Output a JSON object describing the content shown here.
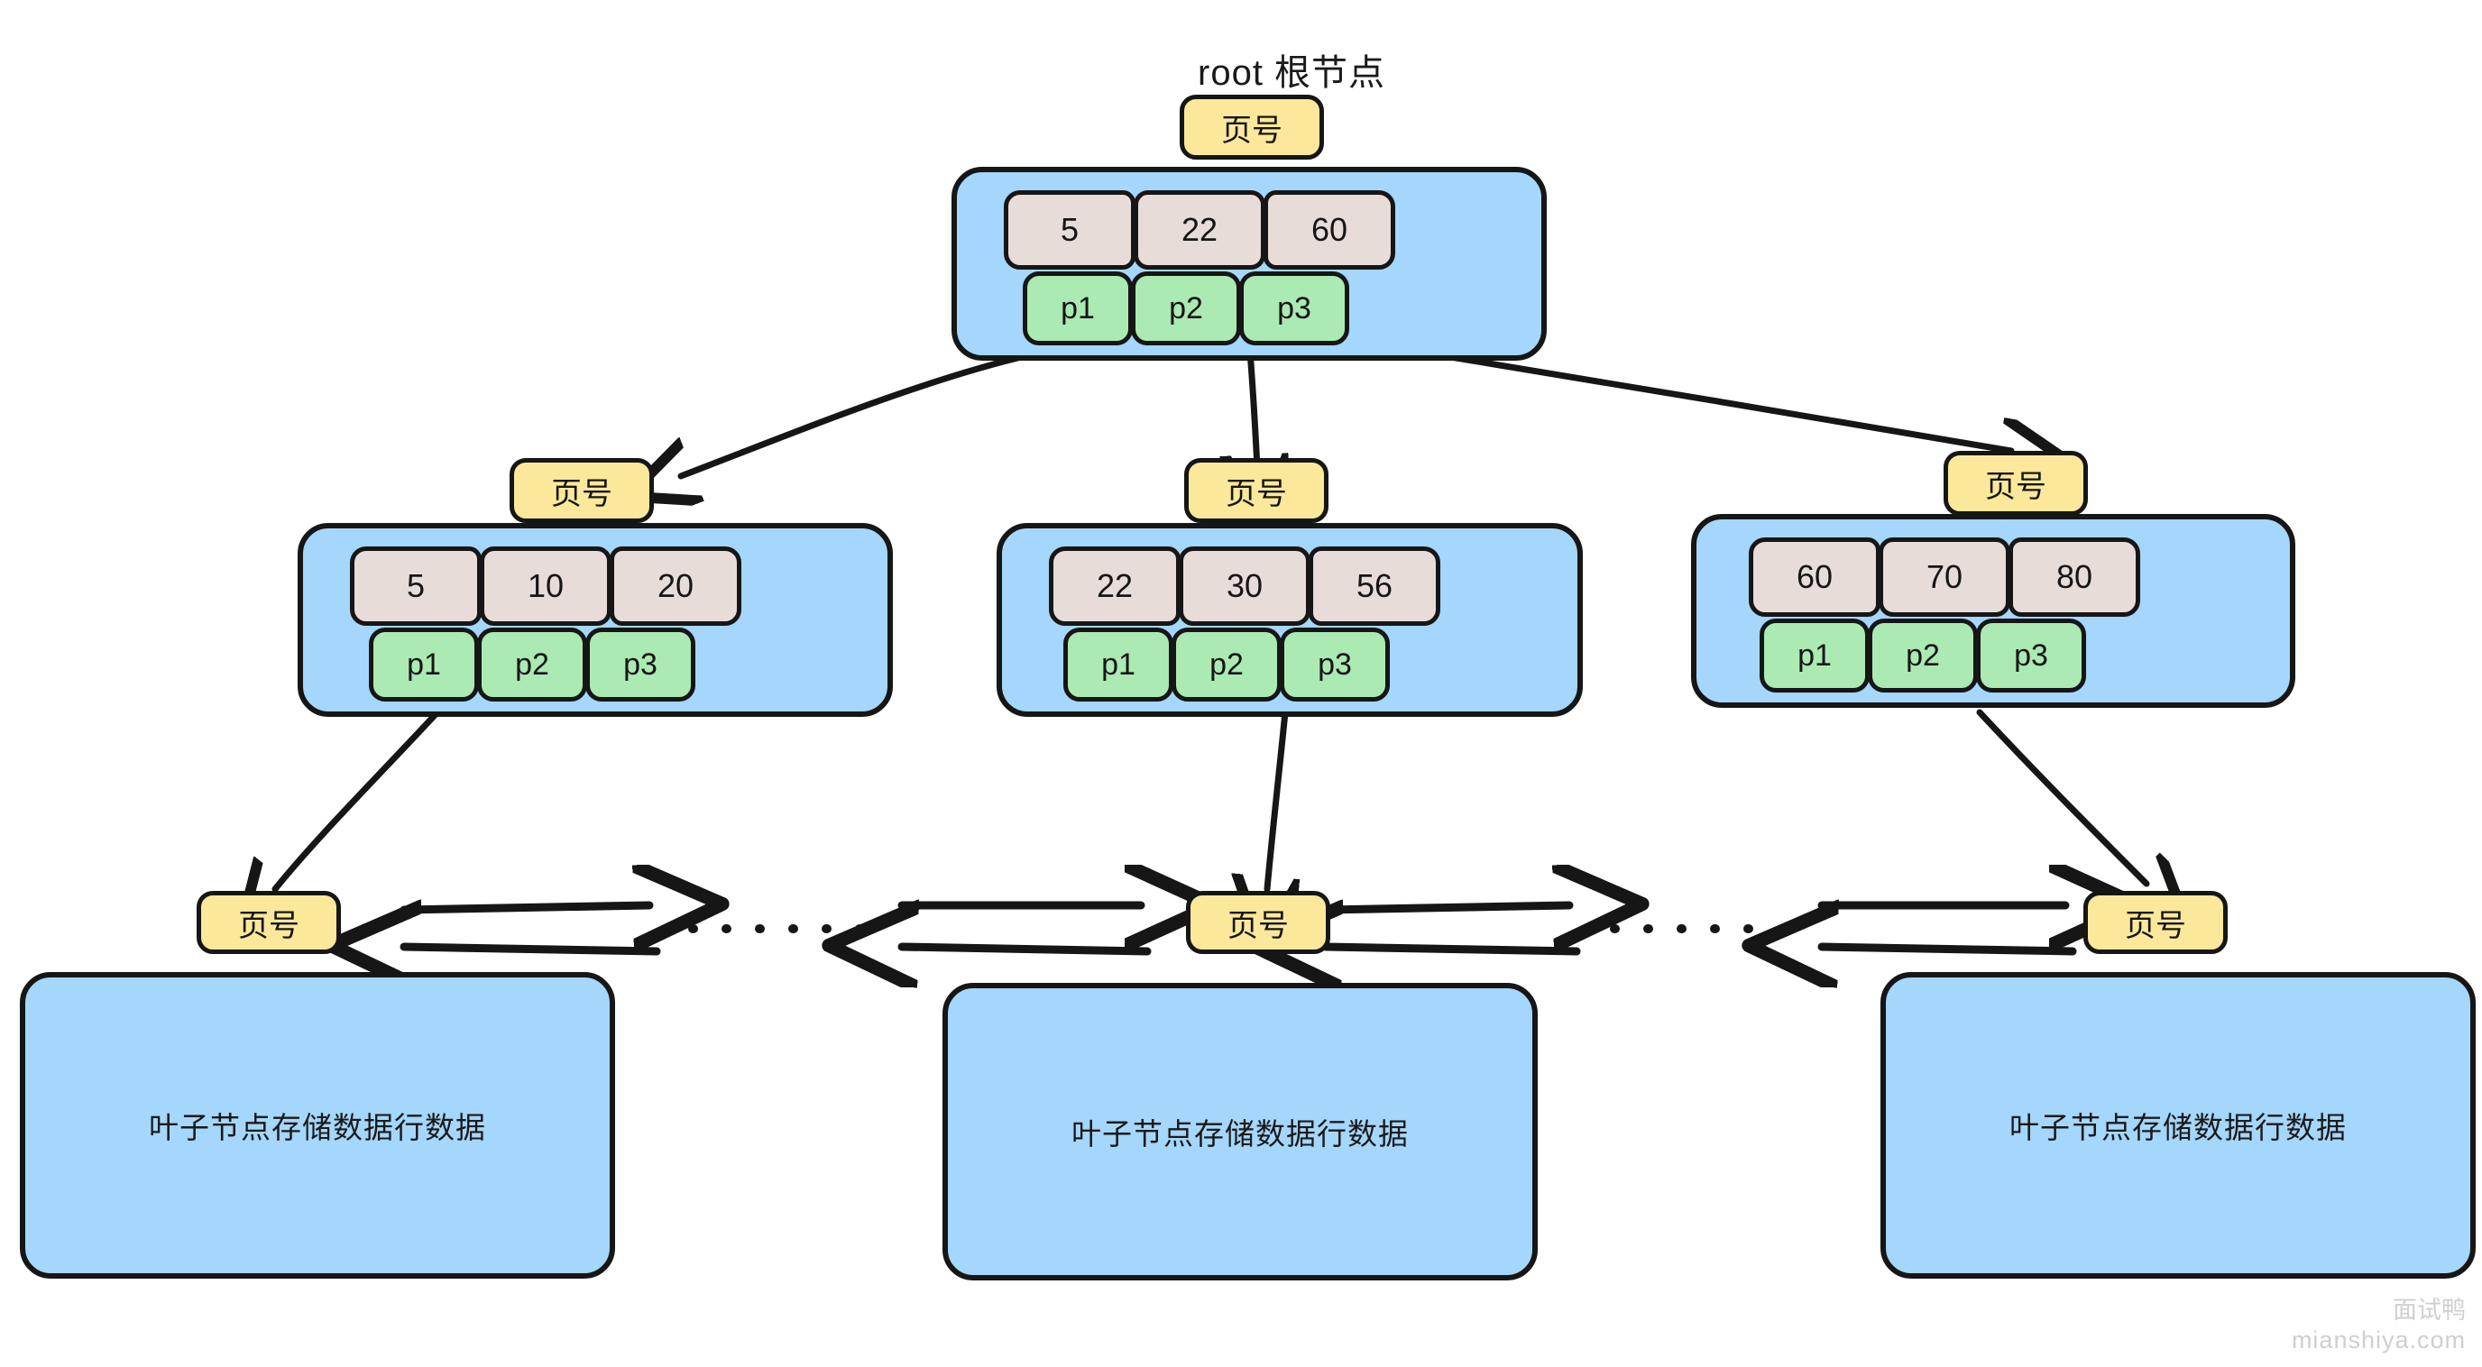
{
  "diagram": {
    "title": "root 根节点",
    "page_tag_label": "页号",
    "leaf_label": "叶子节点存储数据行数据",
    "colors": {
      "node_fill": "#a5d6fb",
      "key_fill": "#e8dcd9",
      "pointer_fill": "#abeab3",
      "page_tag_fill": "#fbe89a",
      "stroke": "#161616"
    },
    "root": {
      "name": "root",
      "keys": [
        "5",
        "22",
        "60"
      ],
      "pointers": [
        "p1",
        "p2",
        "p3"
      ]
    },
    "internal_nodes": [
      {
        "name": "left",
        "keys": [
          "5",
          "10",
          "20"
        ],
        "pointers": [
          "p1",
          "p2",
          "p3"
        ]
      },
      {
        "name": "center",
        "keys": [
          "22",
          "30",
          "56"
        ],
        "pointers": [
          "p1",
          "p2",
          "p3"
        ]
      },
      {
        "name": "right",
        "keys": [
          "60",
          "70",
          "80"
        ],
        "pointers": [
          "p1",
          "p2",
          "p3"
        ]
      }
    ],
    "leaves": [
      {
        "name": "leaf-left",
        "label": "叶子节点存储数据行数据"
      },
      {
        "name": "leaf-center",
        "label": "叶子节点存储数据行数据"
      },
      {
        "name": "leaf-right",
        "label": "叶子节点存储数据行数据"
      }
    ]
  },
  "watermark": {
    "cn": "面试鸭",
    "en": "mianshiya.com"
  }
}
